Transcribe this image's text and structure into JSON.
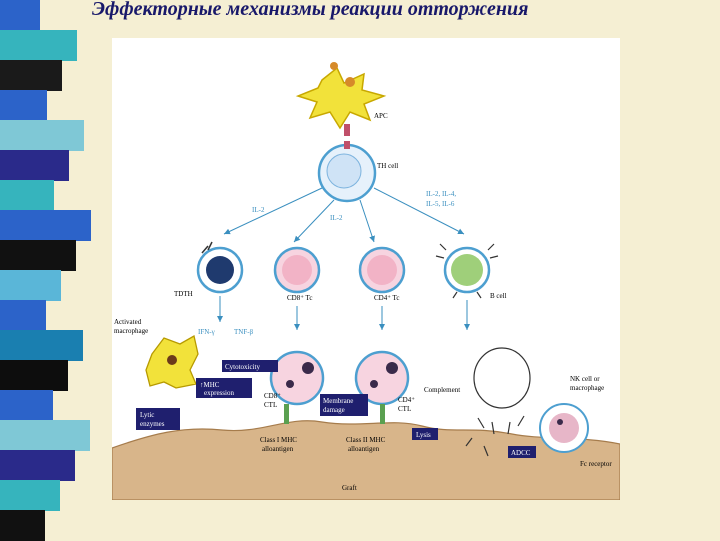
{
  "title": "Эффекторные механизмы реакции отторжения",
  "colors": {
    "background": "#f5efd3",
    "title": "#18186a",
    "arrow": "#3a8fbf",
    "cell_membrane": "#4d9fd0",
    "cd8": "#f2b3c6",
    "cd4": "#f2b3c6",
    "bcell": "#9fcf7a",
    "apc": "#f2e23a",
    "graft": "#d8b58a",
    "label_box": "#1f1f6e"
  },
  "stripes": [
    "#2c63c9",
    "#36b4bd",
    "#1a1a1a",
    "#2c63c9",
    "#7fc8d6",
    "#2a2a8a",
    "#36b4bd",
    "#2c63c9",
    "#111111",
    "#5ab6d8",
    "#2c63c9",
    "#1a7fb0",
    "#0d0d0d",
    "#2c63c9",
    "#7fc8d6",
    "#2a2a8a",
    "#36b4bd",
    "#111111"
  ],
  "diagram": {
    "apc": "APC",
    "th_cell": "TH cell",
    "il2_left": "IL-2",
    "il2_center": "IL-2",
    "il_right_1": "IL-2, IL-4,",
    "il_right_2": "IL-5, IL-6",
    "tdth": "TDTH",
    "cd8_tc": "CD8⁺ Tc",
    "cd4_tc": "CD4⁺ Tc",
    "b_cell": "B cell",
    "activated_1": "Activated",
    "activated_2": "macrophage",
    "ifn": "IFN-γ",
    "tnf": "TNF-β",
    "cytotoxicity": "Cytotoxicity",
    "mhc_1": "↑MHC",
    "mhc_2": "expression",
    "lytic_1": "Lytic",
    "lytic_2": "enzymes",
    "cd8_ctl_1": "CD8⁺",
    "cd8_ctl_2": "CTL",
    "membrane_1": "Membrane",
    "membrane_2": "damage",
    "cd4_ctl_1": "CD4⁺",
    "cd4_ctl_2": "CTL",
    "complement": "Complement",
    "nk_1": "NK cell or",
    "nk_2": "macrophage",
    "lysis": "Lysis",
    "adcc": "ADCC",
    "class1_1": "Class I MHC",
    "class1_2": "alloantigen",
    "class2_1": "Class II MHC",
    "class2_2": "alloantigen",
    "fc_receptor": "Fc receptor",
    "graft": "Graft"
  }
}
